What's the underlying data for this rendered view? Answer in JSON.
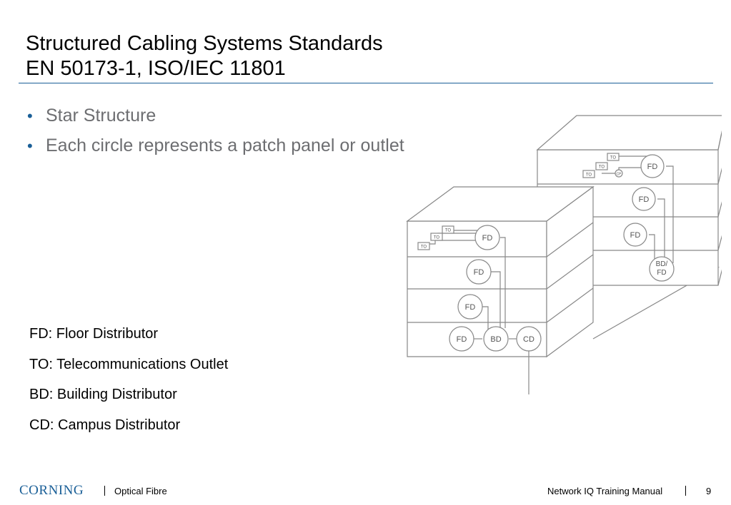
{
  "title": {
    "line1": "Structured Cabling Systems Standards",
    "line2": "EN 50173-1, ISO/IEC 11801"
  },
  "bullets": [
    {
      "text": "Star Structure"
    },
    {
      "text": "Each circle represents a patch panel or outlet"
    }
  ],
  "legend": [
    {
      "text": "FD: Floor Distributor"
    },
    {
      "text": "TO: Telecommunications Outlet"
    },
    {
      "text": "BD: Building Distributor"
    },
    {
      "text": "CD: Campus Distributor"
    }
  ],
  "diagram": {
    "front_building": {
      "floor_distributors": [
        "FD",
        "FD",
        "FD",
        "FD"
      ],
      "building_distributor": "BD",
      "campus_distributor": "CD",
      "outlets": [
        "TO",
        "TO",
        "TO"
      ]
    },
    "back_building": {
      "floor_distributors": [
        "FD",
        "FD",
        "FD"
      ],
      "building_floor_distributor": [
        "BD/",
        "FD"
      ],
      "outlets": [
        "TO",
        "TO"
      ],
      "consolidation_point": "CP"
    }
  },
  "footer": {
    "logo": "CORNING",
    "section": "Optical Fibre",
    "manual": "Network IQ Training Manual",
    "page": "9"
  },
  "colors": {
    "accent": "#1a5f97",
    "bullet_text": "#6d6e71",
    "diagram_line": "#888888"
  }
}
